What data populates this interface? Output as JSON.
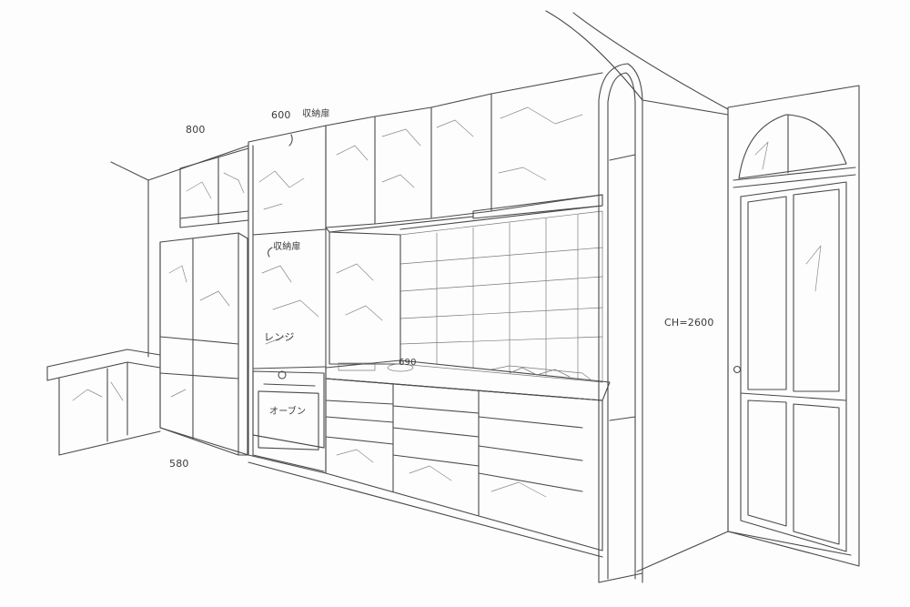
{
  "annotations": {
    "width_upper_left": "800",
    "width_upper_mid": "600",
    "label_storage_upper": "収納扉",
    "label_storage_lower": "収納扉",
    "label_range": "レンジ",
    "label_oven": "オーブン",
    "width_counter": "690",
    "ceiling_height": "CH=2600",
    "width_bottom_left": "580"
  },
  "colors": {
    "line": "#4a4a4a",
    "paper": "#fdfdfd"
  }
}
